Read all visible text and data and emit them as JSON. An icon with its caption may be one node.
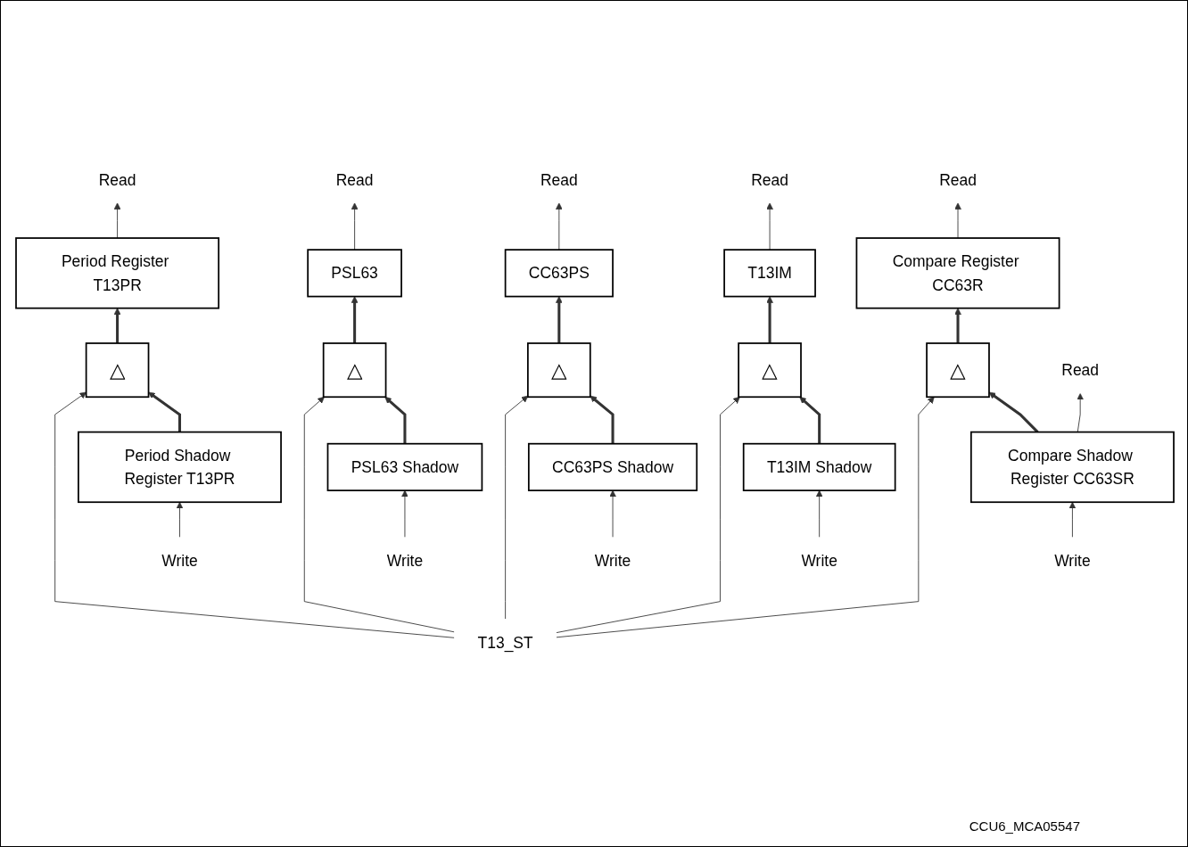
{
  "diagram": {
    "nodes": [
      {
        "text": [
          "Read"
        ]
      },
      {
        "text": [
          "Period Register T13PR"
        ]
      },
      {
        "text": [
          "△"
        ]
      },
      {
        "text": [
          "Period Shadow Register T13PR"
        ]
      },
      {
        "text": [
          "Write"
        ]
      },
      {
        "text": [
          "Read"
        ]
      },
      {
        "text": [
          "PSL63"
        ]
      },
      {
        "text": [
          "△"
        ]
      },
      {
        "text": [
          "PSL63 Shadow"
        ]
      },
      {
        "text": [
          "Write"
        ]
      },
      {
        "text": [
          "Read"
        ]
      },
      {
        "text": [
          "CC63PS"
        ]
      },
      {
        "text": [
          "△"
        ]
      },
      {
        "text": [
          "CC63PS Shadow"
        ]
      },
      {
        "text": [
          "Write"
        ]
      },
      {
        "text": [
          "Read"
        ]
      },
      {
        "text": [
          "T13IM"
        ]
      },
      {
        "text": [
          "△"
        ]
      },
      {
        "text": [
          "T13IM Shadow"
        ]
      },
      {
        "text": [
          "Write"
        ]
      },
      {
        "text": [
          "Read"
        ]
      },
      {
        "text": [
          "Compare Register CC63R"
        ]
      },
      {
        "text": [
          "△"
        ]
      },
      {
        "text": [
          "Compare Shadow Register CC63SR"
        ]
      },
      {
        "text": [
          "Write"
        ]
      },
      {
        "text": [
          "Read"
        ]
      },
      {
        "text": [
          "T13_ST"
        ]
      }
    ],
    "edges": [
      {
        "from": 1,
        "to": 0,
        "arrow": "to"
      },
      {
        "from": 3,
        "to": 2,
        "arrow": "to",
        "style": "thick"
      },
      {
        "from": 2,
        "to": 1,
        "arrow": "to",
        "style": "thick"
      },
      {
        "from": 4,
        "to": 3,
        "arrow": "to"
      },
      {
        "from": 6,
        "to": 5,
        "arrow": "to"
      },
      {
        "from": 8,
        "to": 7,
        "arrow": "to",
        "style": "thick"
      },
      {
        "from": 7,
        "to": 6,
        "arrow": "to",
        "style": "thick"
      },
      {
        "from": 9,
        "to": 8,
        "arrow": "to"
      },
      {
        "from": 11,
        "to": 10,
        "arrow": "to"
      },
      {
        "from": 13,
        "to": 12,
        "arrow": "to",
        "style": "thick"
      },
      {
        "from": 12,
        "to": 11,
        "arrow": "to",
        "style": "thick"
      },
      {
        "from": 14,
        "to": 13,
        "arrow": "to"
      },
      {
        "from": 16,
        "to": 15,
        "arrow": "to"
      },
      {
        "from": 18,
        "to": 17,
        "arrow": "to",
        "style": "thick"
      },
      {
        "from": 17,
        "to": 16,
        "arrow": "to",
        "style": "thick"
      },
      {
        "from": 19,
        "to": 18,
        "arrow": "to"
      },
      {
        "from": 21,
        "to": 20,
        "arrow": "to"
      },
      {
        "from": 23,
        "to": 22,
        "arrow": "to",
        "style": "thick"
      },
      {
        "from": 22,
        "to": 21,
        "arrow": "to",
        "style": "thick"
      },
      {
        "from": 24,
        "to": 23,
        "arrow": "to"
      },
      {
        "from": 23,
        "to": 25,
        "arrow": "to"
      },
      {
        "from": 26,
        "to": 2,
        "arrow": "to"
      },
      {
        "from": 26,
        "to": 7,
        "arrow": "to"
      },
      {
        "from": 26,
        "to": 12,
        "arrow": "to"
      },
      {
        "from": 26,
        "to": 17,
        "arrow": "to"
      },
      {
        "from": 26,
        "to": 22,
        "arrow": "to"
      }
    ],
    "labels": [
      "CCU6_MCA05547"
    ]
  }
}
